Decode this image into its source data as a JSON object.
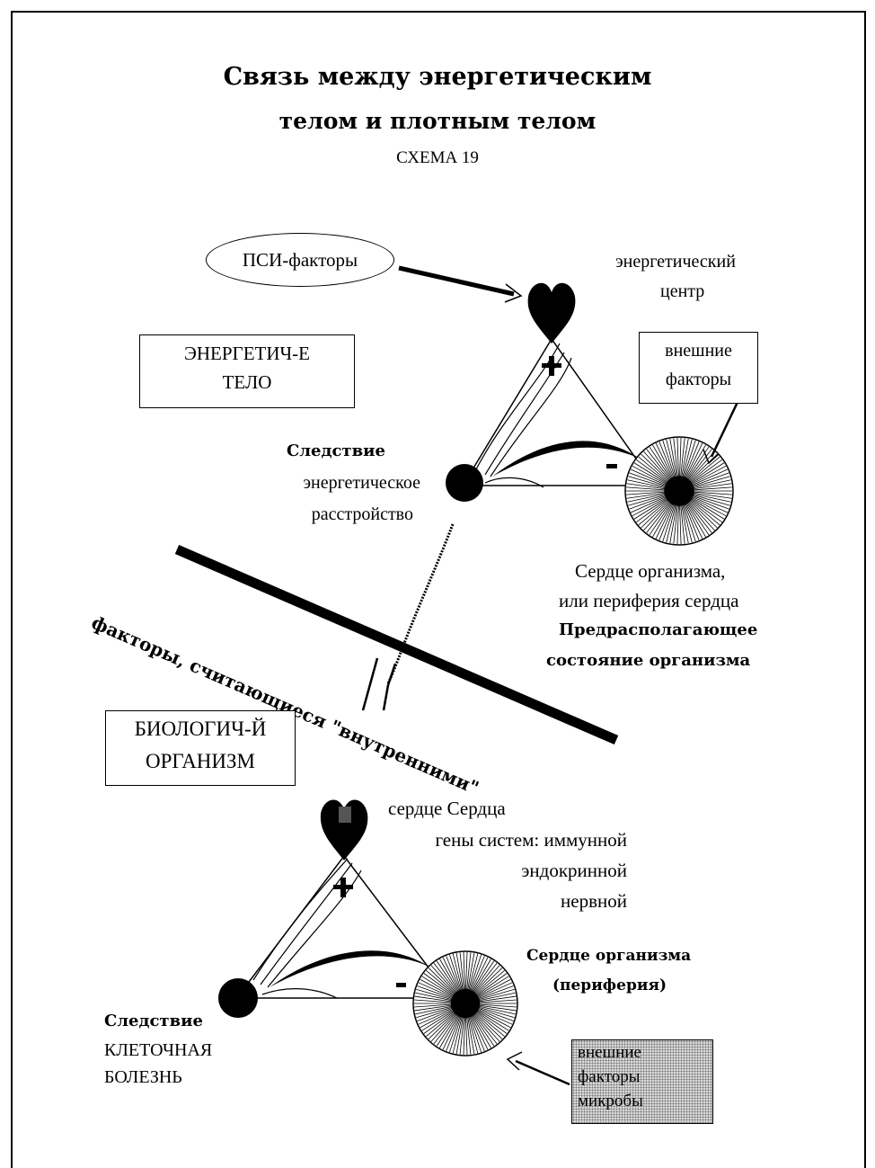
{
  "title": {
    "line1": "Связь между энергетическим",
    "line2": "телом и плотным телом",
    "scheme": "СХЕМА 19"
  },
  "top": {
    "psi_factors": "ПСИ-факторы",
    "energy_center": {
      "line1": "энергетический",
      "line2": "центр"
    },
    "energy_body_box": {
      "line1": "ЭНЕРГЕТИЧ-Е",
      "line2": "ТЕЛО"
    },
    "external_factors_box": {
      "line1": "внешние",
      "line2": "факторы"
    },
    "consequence": {
      "title": "Следствие",
      "line1": "энергетическое",
      "line2": "расстройство"
    },
    "organism_heart": {
      "line1": "Сердце организма,",
      "line2": "или периферия сердца",
      "line3": "Предрасполагающее",
      "line4": "состояние организма"
    },
    "plus": "+",
    "minus": "-"
  },
  "diagonal_text": "факторы, считающиеся \"внутренними\"",
  "bottom": {
    "bio_box": {
      "line1": "БИОЛОГИЧ-Й",
      "line2": "ОРГАНИЗМ"
    },
    "heart_label": "сердце Сердца",
    "genes": {
      "line1": "гены систем: иммунной",
      "line2": "эндокринной",
      "line3": "нервной"
    },
    "organism_heart": {
      "line1": "Сердце организма",
      "line2": "(периферия)"
    },
    "consequence": {
      "title": "Следствие",
      "line1": "КЛЕТОЧНАЯ",
      "line2": "БОЛЕЗНЬ"
    },
    "external_box": {
      "line1": "внешние",
      "line2": "факторы",
      "line3": "микробы"
    },
    "plus": "+",
    "minus": "-"
  }
}
